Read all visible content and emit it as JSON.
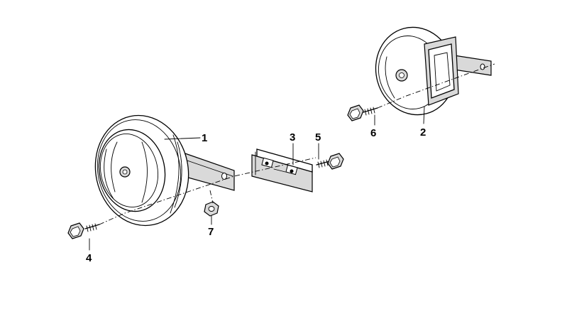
{
  "callouts": {
    "c1": "1",
    "c2": "2",
    "c3": "3",
    "c4": "4",
    "c5": "5",
    "c6": "6",
    "c7": "7"
  },
  "colors": {
    "line": "#000000",
    "background": "#ffffff",
    "shade": "#d9d9d9"
  }
}
